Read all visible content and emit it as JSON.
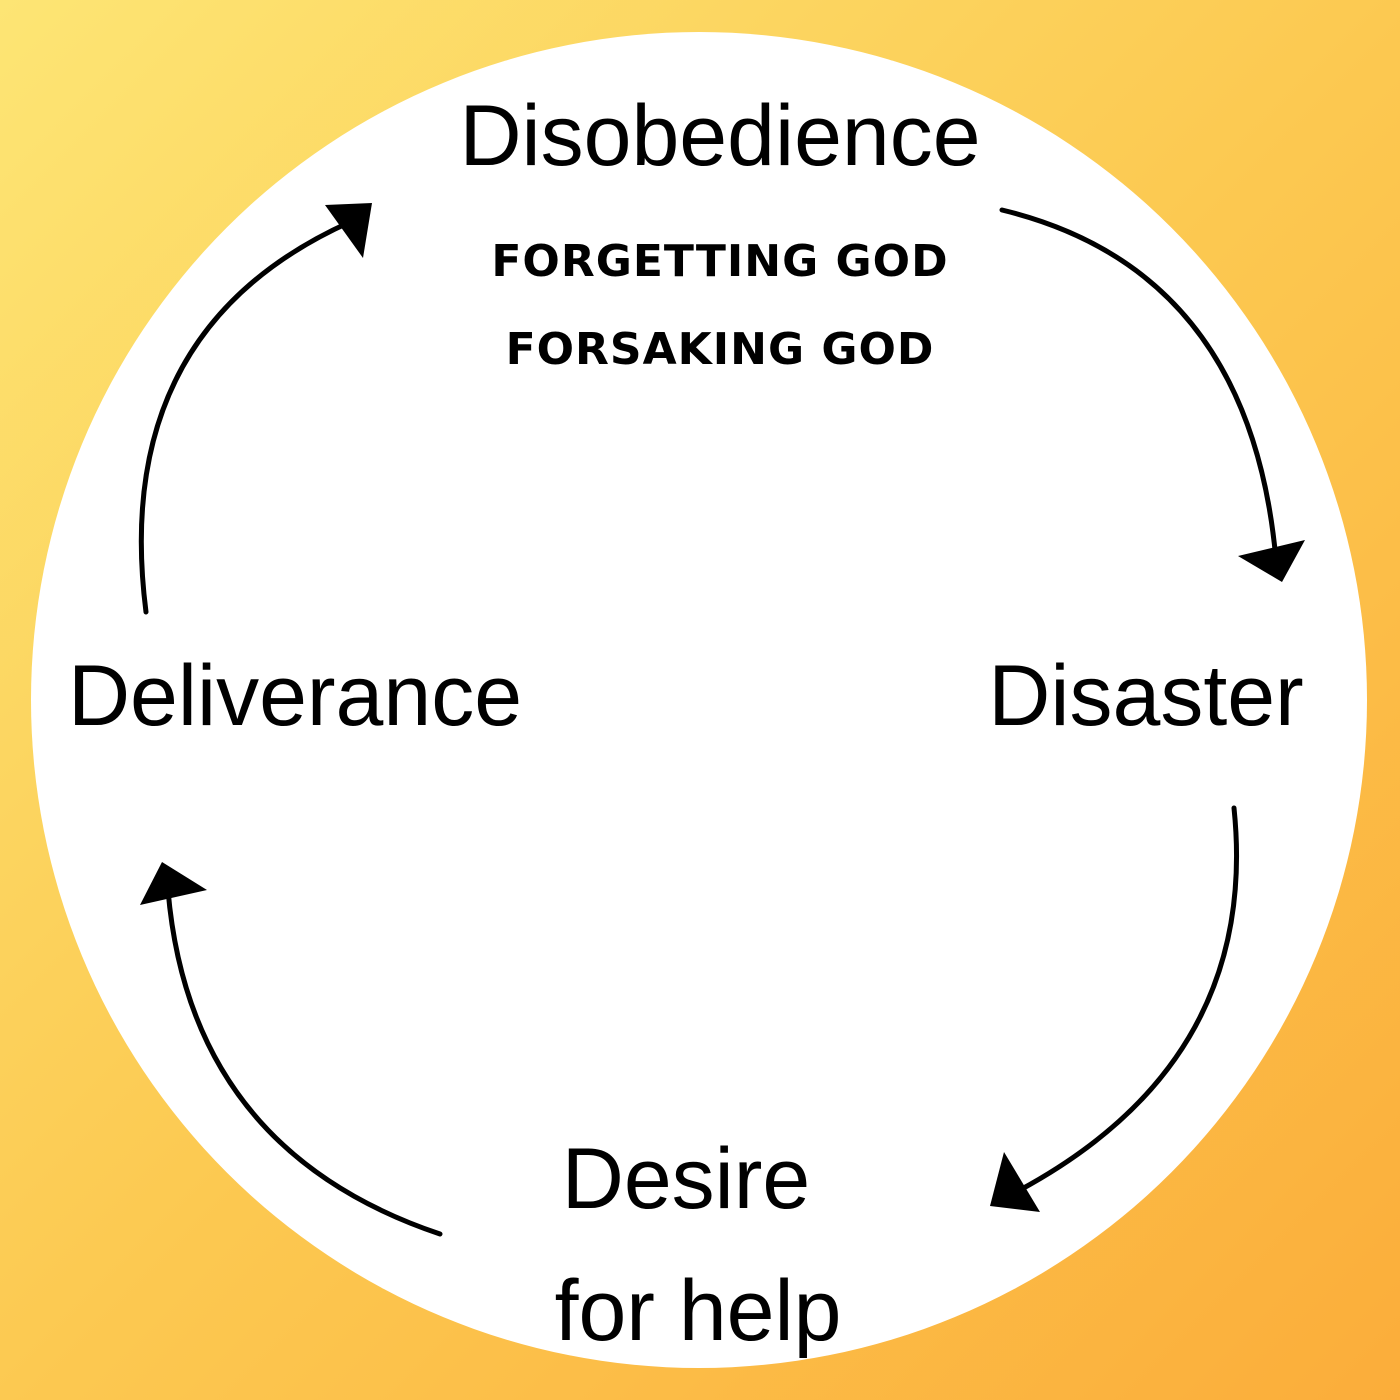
{
  "background_colors": {
    "top_left": "#fde574",
    "bottom_right": "#fbad3a",
    "circle": "#ffffff"
  },
  "stages": {
    "top": {
      "title": "Disobedience",
      "details": [
        "FORGETTING GOD",
        "FORSAKING GOD"
      ]
    },
    "right": {
      "title": "Disaster"
    },
    "bottom": {
      "title_line1": "Desire",
      "title_line2": "for help"
    },
    "left": {
      "title": "Deliverance"
    }
  },
  "arrows": [
    "arrow-icon",
    "arrow-icon",
    "arrow-icon",
    "arrow-icon"
  ]
}
